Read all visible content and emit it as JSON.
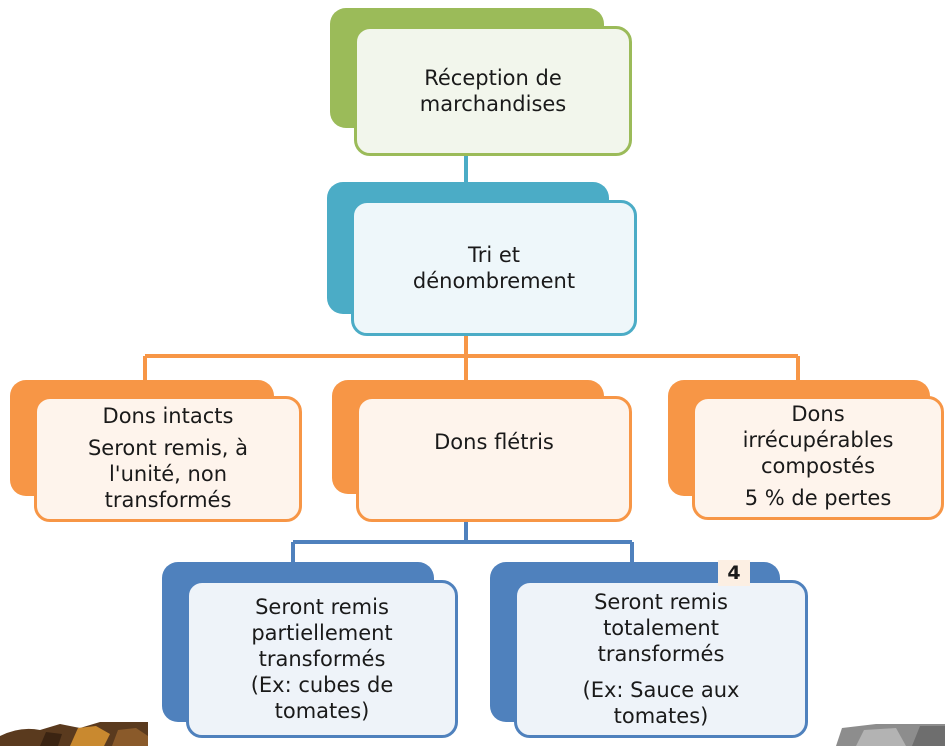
{
  "nodes": {
    "reception": {
      "lines": [
        "Réception de",
        "marchandises"
      ]
    },
    "tri": {
      "lines": [
        "Tri et",
        "dénombrement"
      ]
    },
    "intacts": {
      "title": "Dons intacts",
      "lines": [
        "Seront remis, à",
        "l'unité, non",
        "transformés"
      ]
    },
    "fletris": {
      "title": "Dons flétris"
    },
    "irrecuperables": {
      "lines": [
        "Dons",
        "irrécupérables",
        "compostés"
      ],
      "note": "5 % de pertes"
    },
    "partiel": {
      "lines": [
        "Seront remis",
        "partiellement",
        "transformés",
        "(Ex: cubes de",
        "tomates)"
      ]
    },
    "total": {
      "lines": [
        "Seront remis",
        "totalement",
        "transformés"
      ],
      "example": [
        "(Ex: Sauce aux",
        "tomates)"
      ]
    }
  },
  "badge": "4",
  "colors": {
    "green": "#9bbb59",
    "teal": "#4bacc6",
    "orange": "#f79646",
    "blue": "#4f81bd"
  }
}
